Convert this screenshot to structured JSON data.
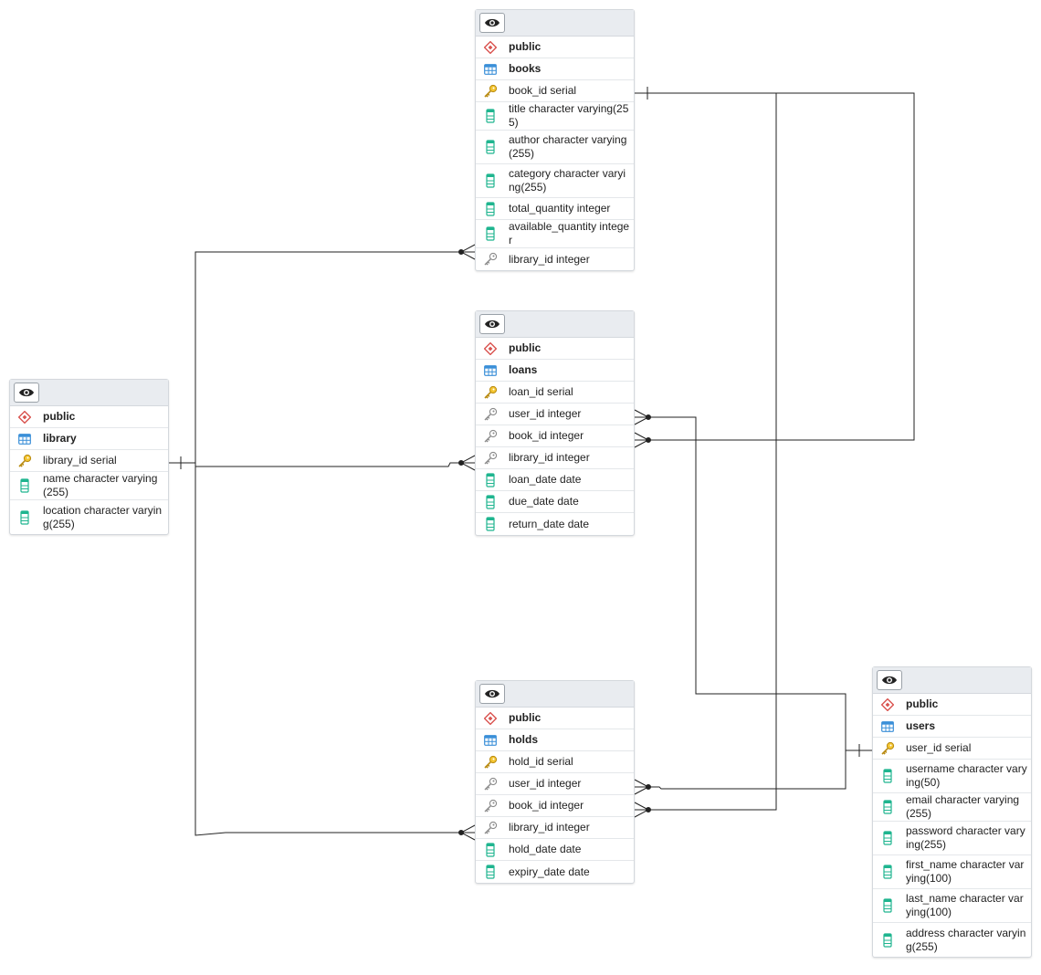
{
  "diagram": {
    "tables": {
      "books": {
        "schema": "public",
        "name": "books",
        "columns": [
          {
            "text": "book_id serial",
            "kind": "pk"
          },
          {
            "text": "title character varying(255)",
            "kind": "col"
          },
          {
            "text": "author character varying(255)",
            "kind": "col"
          },
          {
            "text": "category character varying(255)",
            "kind": "col"
          },
          {
            "text": "total_quantity integer",
            "kind": "col"
          },
          {
            "text": "available_quantity integer",
            "kind": "col"
          },
          {
            "text": "library_id integer",
            "kind": "fk"
          }
        ]
      },
      "loans": {
        "schema": "public",
        "name": "loans",
        "columns": [
          {
            "text": "loan_id serial",
            "kind": "pk"
          },
          {
            "text": "user_id integer",
            "kind": "fk"
          },
          {
            "text": "book_id integer",
            "kind": "fk"
          },
          {
            "text": "library_id integer",
            "kind": "fk"
          },
          {
            "text": "loan_date date",
            "kind": "col"
          },
          {
            "text": "due_date date",
            "kind": "col"
          },
          {
            "text": "return_date date",
            "kind": "col"
          }
        ]
      },
      "library": {
        "schema": "public",
        "name": "library",
        "columns": [
          {
            "text": "library_id serial",
            "kind": "pk"
          },
          {
            "text": "name character varying(255)",
            "kind": "col"
          },
          {
            "text": "location character varying(255)",
            "kind": "col"
          }
        ]
      },
      "holds": {
        "schema": "public",
        "name": "holds",
        "columns": [
          {
            "text": "hold_id serial",
            "kind": "pk"
          },
          {
            "text": "user_id integer",
            "kind": "fk"
          },
          {
            "text": "book_id integer",
            "kind": "fk"
          },
          {
            "text": "library_id integer",
            "kind": "fk"
          },
          {
            "text": "hold_date date",
            "kind": "col"
          },
          {
            "text": "expiry_date date",
            "kind": "col"
          }
        ]
      },
      "users": {
        "schema": "public",
        "name": "users",
        "columns": [
          {
            "text": "user_id serial",
            "kind": "pk"
          },
          {
            "text": "username character varying(50)",
            "kind": "col"
          },
          {
            "text": "email character varying(255)",
            "kind": "col"
          },
          {
            "text": "password character varying(255)",
            "kind": "col"
          },
          {
            "text": "first_name character varying(100)",
            "kind": "col"
          },
          {
            "text": "last_name character varying(100)",
            "kind": "col"
          },
          {
            "text": "address character varying(255)",
            "kind": "col"
          }
        ]
      }
    },
    "relationships": [
      {
        "from": "books.library_id",
        "to": "library.library_id"
      },
      {
        "from": "loans.library_id",
        "to": "library.library_id"
      },
      {
        "from": "holds.library_id",
        "to": "library.library_id"
      },
      {
        "from": "loans.book_id",
        "to": "books.book_id"
      },
      {
        "from": "holds.book_id",
        "to": "books.book_id"
      },
      {
        "from": "loans.user_id",
        "to": "users.user_id"
      },
      {
        "from": "holds.user_id",
        "to": "users.user_id"
      }
    ],
    "icons": {
      "header": "eye-icon",
      "schema": "schema-icon",
      "table": "table-icon",
      "pk": "primary-key-icon",
      "fk": "foreign-key-icon",
      "col": "column-icon"
    },
    "colors": {
      "line": "#222222",
      "schema_icon": "#d9534f",
      "table_icon": "#3a8fd8",
      "pk_icon": "#e8b923",
      "fk_icon": "#8a8a8a",
      "col_icon": "#1fb58f"
    }
  }
}
